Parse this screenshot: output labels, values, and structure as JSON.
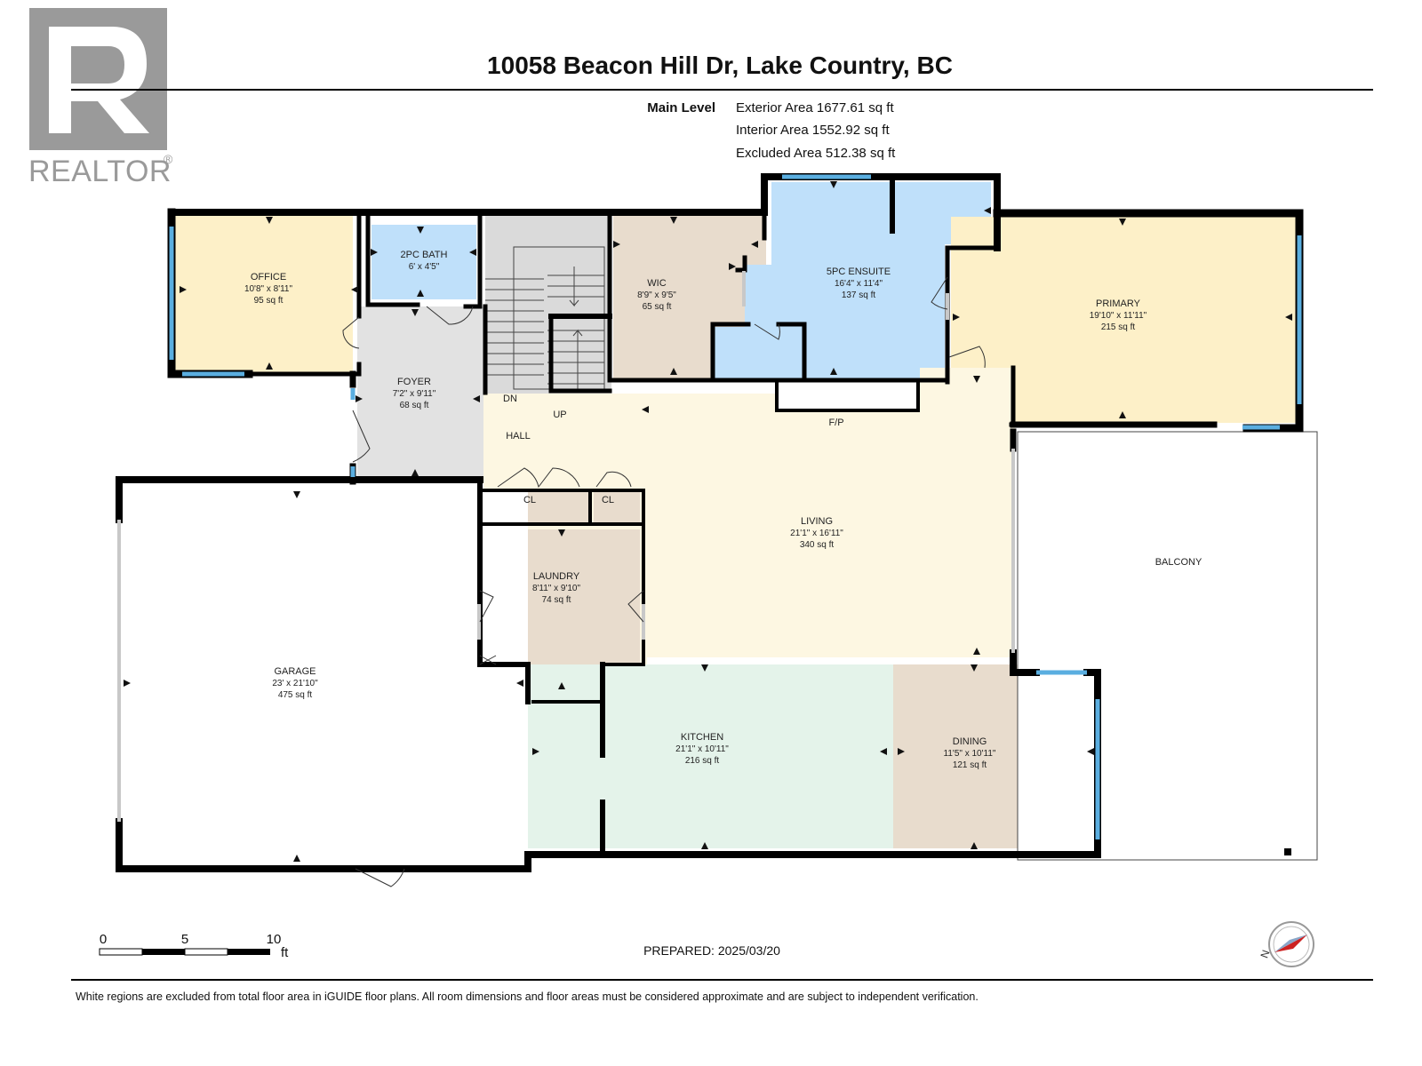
{
  "logo": {
    "text": "REALTOR",
    "mark": "®",
    "icon": "realtor-r-icon"
  },
  "header": {
    "title": "10058 Beacon Hill Dr, Lake Country, BC",
    "level": "Main Level",
    "exterior_area": "Exterior Area 1677.61 sq ft",
    "interior_area": "Interior Area 1552.92 sq ft",
    "excluded_area": "Excluded Area 512.38 sq ft"
  },
  "rooms": {
    "office": {
      "name": "OFFICE",
      "dims": "10'8\" x 8'11\"",
      "area": "95 sq ft",
      "color": "#fdf0c8"
    },
    "bath": {
      "name": "2PC BATH",
      "dims": "6' x 4'5\"",
      "area": "",
      "color": "#bfe0fa"
    },
    "foyer": {
      "name": "FOYER",
      "dims": "7'2\" x 9'11\"",
      "area": "68 sq ft",
      "color": "#e2e2e2"
    },
    "wic": {
      "name": "WIC",
      "dims": "8'9\" x 9'5\"",
      "area": "65 sq ft",
      "color": "#e8dccd"
    },
    "ensuite": {
      "name": "5PC ENSUITE",
      "dims": "16'4\" x 11'4\"",
      "area": "137 sq ft",
      "color": "#bfe0fa"
    },
    "primary": {
      "name": "PRIMARY",
      "dims": "19'10\" x 11'11\"",
      "area": "215 sq ft",
      "color": "#fdf0c8"
    },
    "living": {
      "name": "LIVING",
      "dims": "21'1\" x 16'11\"",
      "area": "340 sq ft",
      "color": "#fdf7e2"
    },
    "laundry": {
      "name": "LAUNDRY",
      "dims": "8'11\" x 9'10\"",
      "area": "74 sq ft",
      "color": "#e8dccd"
    },
    "garage": {
      "name": "GARAGE",
      "dims": "23' x 21'10\"",
      "area": "475 sq ft",
      "color": "#ffffff"
    },
    "kitchen": {
      "name": "KITCHEN",
      "dims": "21'1\" x 10'11\"",
      "area": "216 sq ft",
      "color": "#e4f3ea"
    },
    "dining": {
      "name": "DINING",
      "dims": "11'5\" x 10'11\"",
      "area": "121 sq ft",
      "color": "#e8dccd"
    },
    "balcony": {
      "name": "BALCONY"
    }
  },
  "labels": {
    "dn": "DN",
    "up": "UP",
    "hall": "HALL",
    "fp": "F/P",
    "cl1": "CL",
    "cl2": "CL"
  },
  "scale": {
    "t0": "0",
    "t5": "5",
    "t10": "10",
    "unit": "ft"
  },
  "prepared": "PREPARED: 2025/03/20",
  "compass": {
    "letter": "N"
  },
  "footer": "White regions are excluded from total floor area in iGUIDE floor plans. All room dimensions and floor areas must be considered approximate and are subject to independent verification.",
  "colors": {
    "wall": "#000000",
    "window": "#5aaee0",
    "stair": "#d9d9d9",
    "logo": "#9a9a9a"
  }
}
